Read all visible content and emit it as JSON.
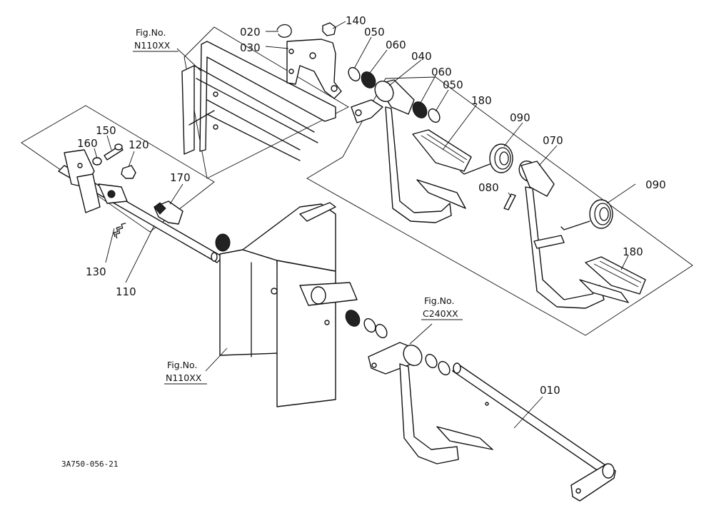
{
  "diagram": {
    "doc_code": "3A750-056-21",
    "parts": [
      {
        "id": "p010",
        "label": "010"
      },
      {
        "id": "p020",
        "label": "020"
      },
      {
        "id": "p030",
        "label": "030"
      },
      {
        "id": "p040",
        "label": "040"
      },
      {
        "id": "p050a",
        "label": "050"
      },
      {
        "id": "p050b",
        "label": "050"
      },
      {
        "id": "p060a",
        "label": "060"
      },
      {
        "id": "p060b",
        "label": "060"
      },
      {
        "id": "p070",
        "label": "070"
      },
      {
        "id": "p080",
        "label": "080"
      },
      {
        "id": "p090a",
        "label": "090"
      },
      {
        "id": "p090b",
        "label": "090"
      },
      {
        "id": "p110",
        "label": "110"
      },
      {
        "id": "p120",
        "label": "120"
      },
      {
        "id": "p130",
        "label": "130"
      },
      {
        "id": "p140",
        "label": "140"
      },
      {
        "id": "p150",
        "label": "150"
      },
      {
        "id": "p160",
        "label": "160"
      },
      {
        "id": "p170",
        "label": "170"
      },
      {
        "id": "p180a",
        "label": "180"
      },
      {
        "id": "p180b",
        "label": "180"
      }
    ],
    "figure_refs": [
      {
        "id": "ref1",
        "title": "Fig.No.",
        "code": "N110XX"
      },
      {
        "id": "ref2",
        "title": "Fig.No.",
        "code": "C240XX"
      },
      {
        "id": "ref3",
        "title": "Fig.No.",
        "code": "N110XX"
      }
    ]
  }
}
